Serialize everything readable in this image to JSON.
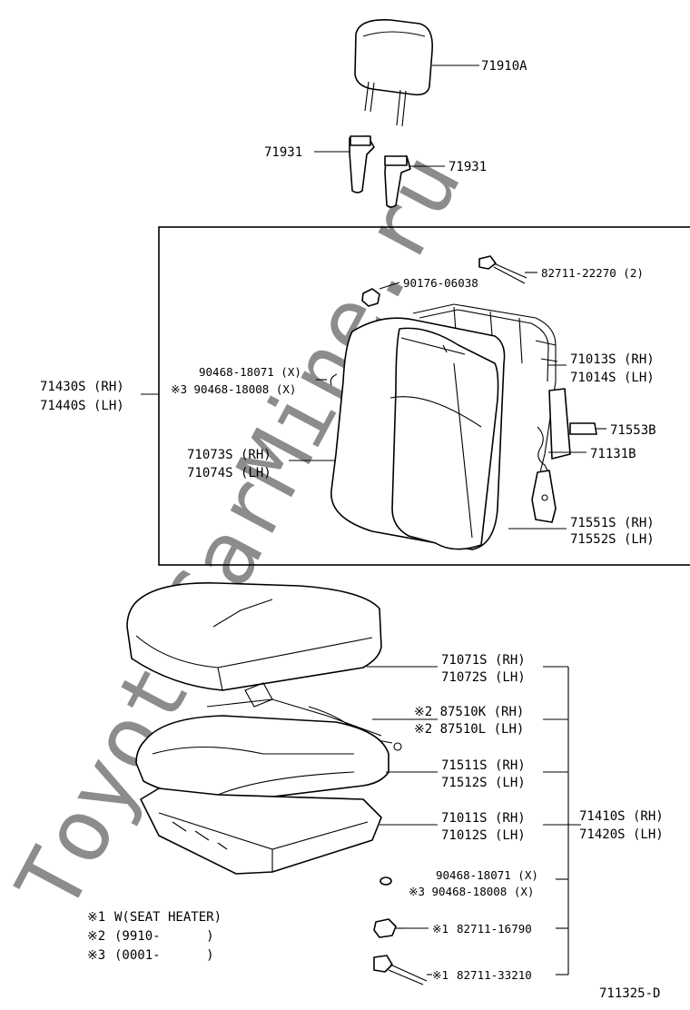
{
  "watermark": "ToyotaCarMine.ru",
  "drawing_number": "711325-D",
  "notes": [
    {
      "mark": "※1",
      "text": "W(SEAT HEATER)"
    },
    {
      "mark": "※2",
      "text": "(9910-      )"
    },
    {
      "mark": "※3",
      "text": "(0001-      )"
    }
  ],
  "headrest": {
    "assy": "71910A",
    "support_left": "71931",
    "support_right": "71931"
  },
  "seatback": {
    "assy_rh": "71430S (RH)",
    "assy_lh": "71440S (LH)",
    "clip": "90176-06038",
    "harness": "82711-22270 (2)",
    "hogring": "90468-18071 (X)",
    "hogring_alt": "※3 90468-18008 (X)",
    "frame_rh": "71013S (RH)",
    "frame_lh": "71014S (LH)",
    "cover_rh": "71073S (RH)",
    "cover_lh": "71074S (LH)",
    "lock": "71553B",
    "spring": "71131B",
    "hinge_rh": "71551S (RH)",
    "hinge_lh": "71552S (LH)"
  },
  "cushion": {
    "cover_rh": "71071S (RH)",
    "cover_lh": "71072S (LH)",
    "heater_rh": "※2 87510K (RH)",
    "heater_lh": "※2 87510L (LH)",
    "pad_rh": "71511S (RH)",
    "pad_lh": "71512S (LH)",
    "frame_rh": "71011S (RH)",
    "frame_lh": "71012S (LH)",
    "assy_rh": "71410S (RH)",
    "assy_lh": "71420S (LH)",
    "hogring": "90468-18071 (X)",
    "hogring_alt": "※3 90468-18008 (X)",
    "connector_a_mark": "※1",
    "connector_a": "82711-16790",
    "connector_b_mark": "※1",
    "connector_b": "82711-33210"
  }
}
